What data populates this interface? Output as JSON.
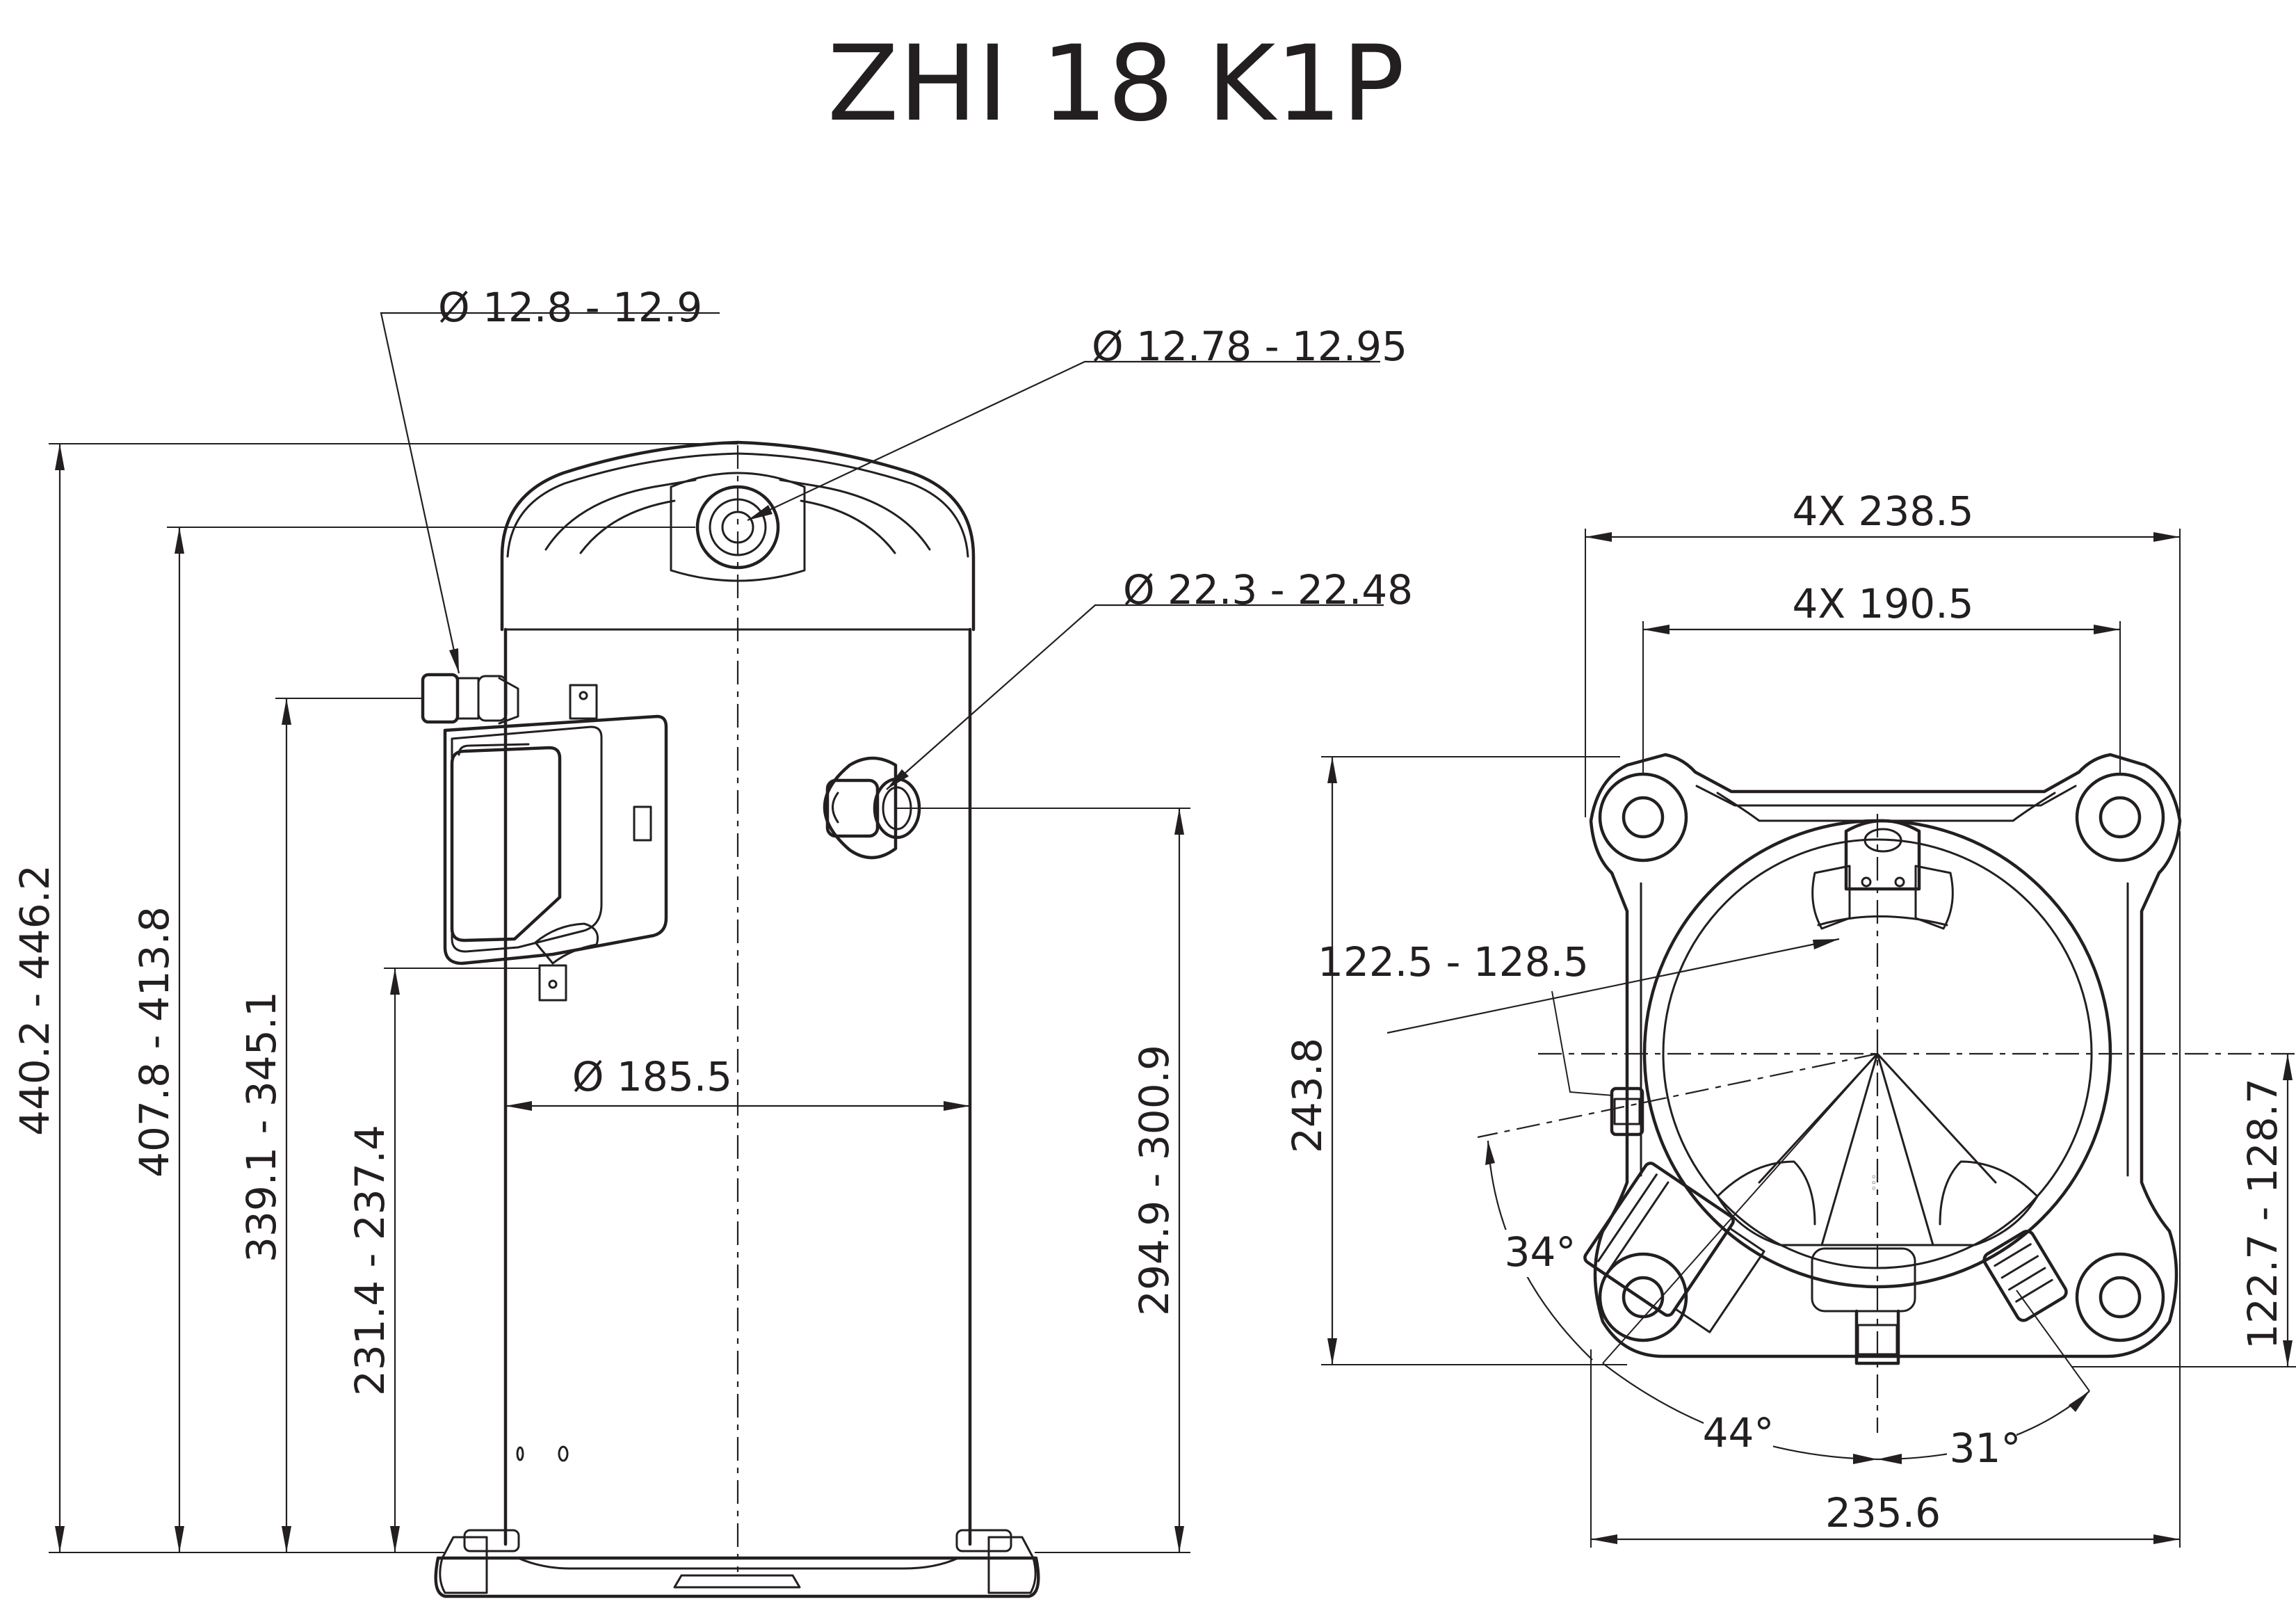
{
  "title": "ZHI 18 K1P",
  "side_view": {
    "dia_port_small": "Ø 12.8 - 12.9",
    "dia_port_top": "Ø 12.78 - 12.95",
    "dia_port_side": "Ø 22.3 - 22.48",
    "dia_shell": "Ø 185.5",
    "h_overall": "440.2 - 446.2",
    "h_top_port": "407.8 - 413.8",
    "h_small_port": "339.1 - 345.1",
    "h_box_bottom": "231.4 - 237.4",
    "h_side_port": "294.9 - 300.9"
  },
  "top_view": {
    "w_outer_holes": "4X 238.5",
    "w_inner_holes": "4X 190.5",
    "h_base": "243.8",
    "radius": "122.5 - 128.5",
    "h_right": "122.7 - 128.7",
    "w_bottom": "235.6",
    "angle_34": "34°",
    "angle_44": "44°",
    "angle_31": "31°"
  }
}
